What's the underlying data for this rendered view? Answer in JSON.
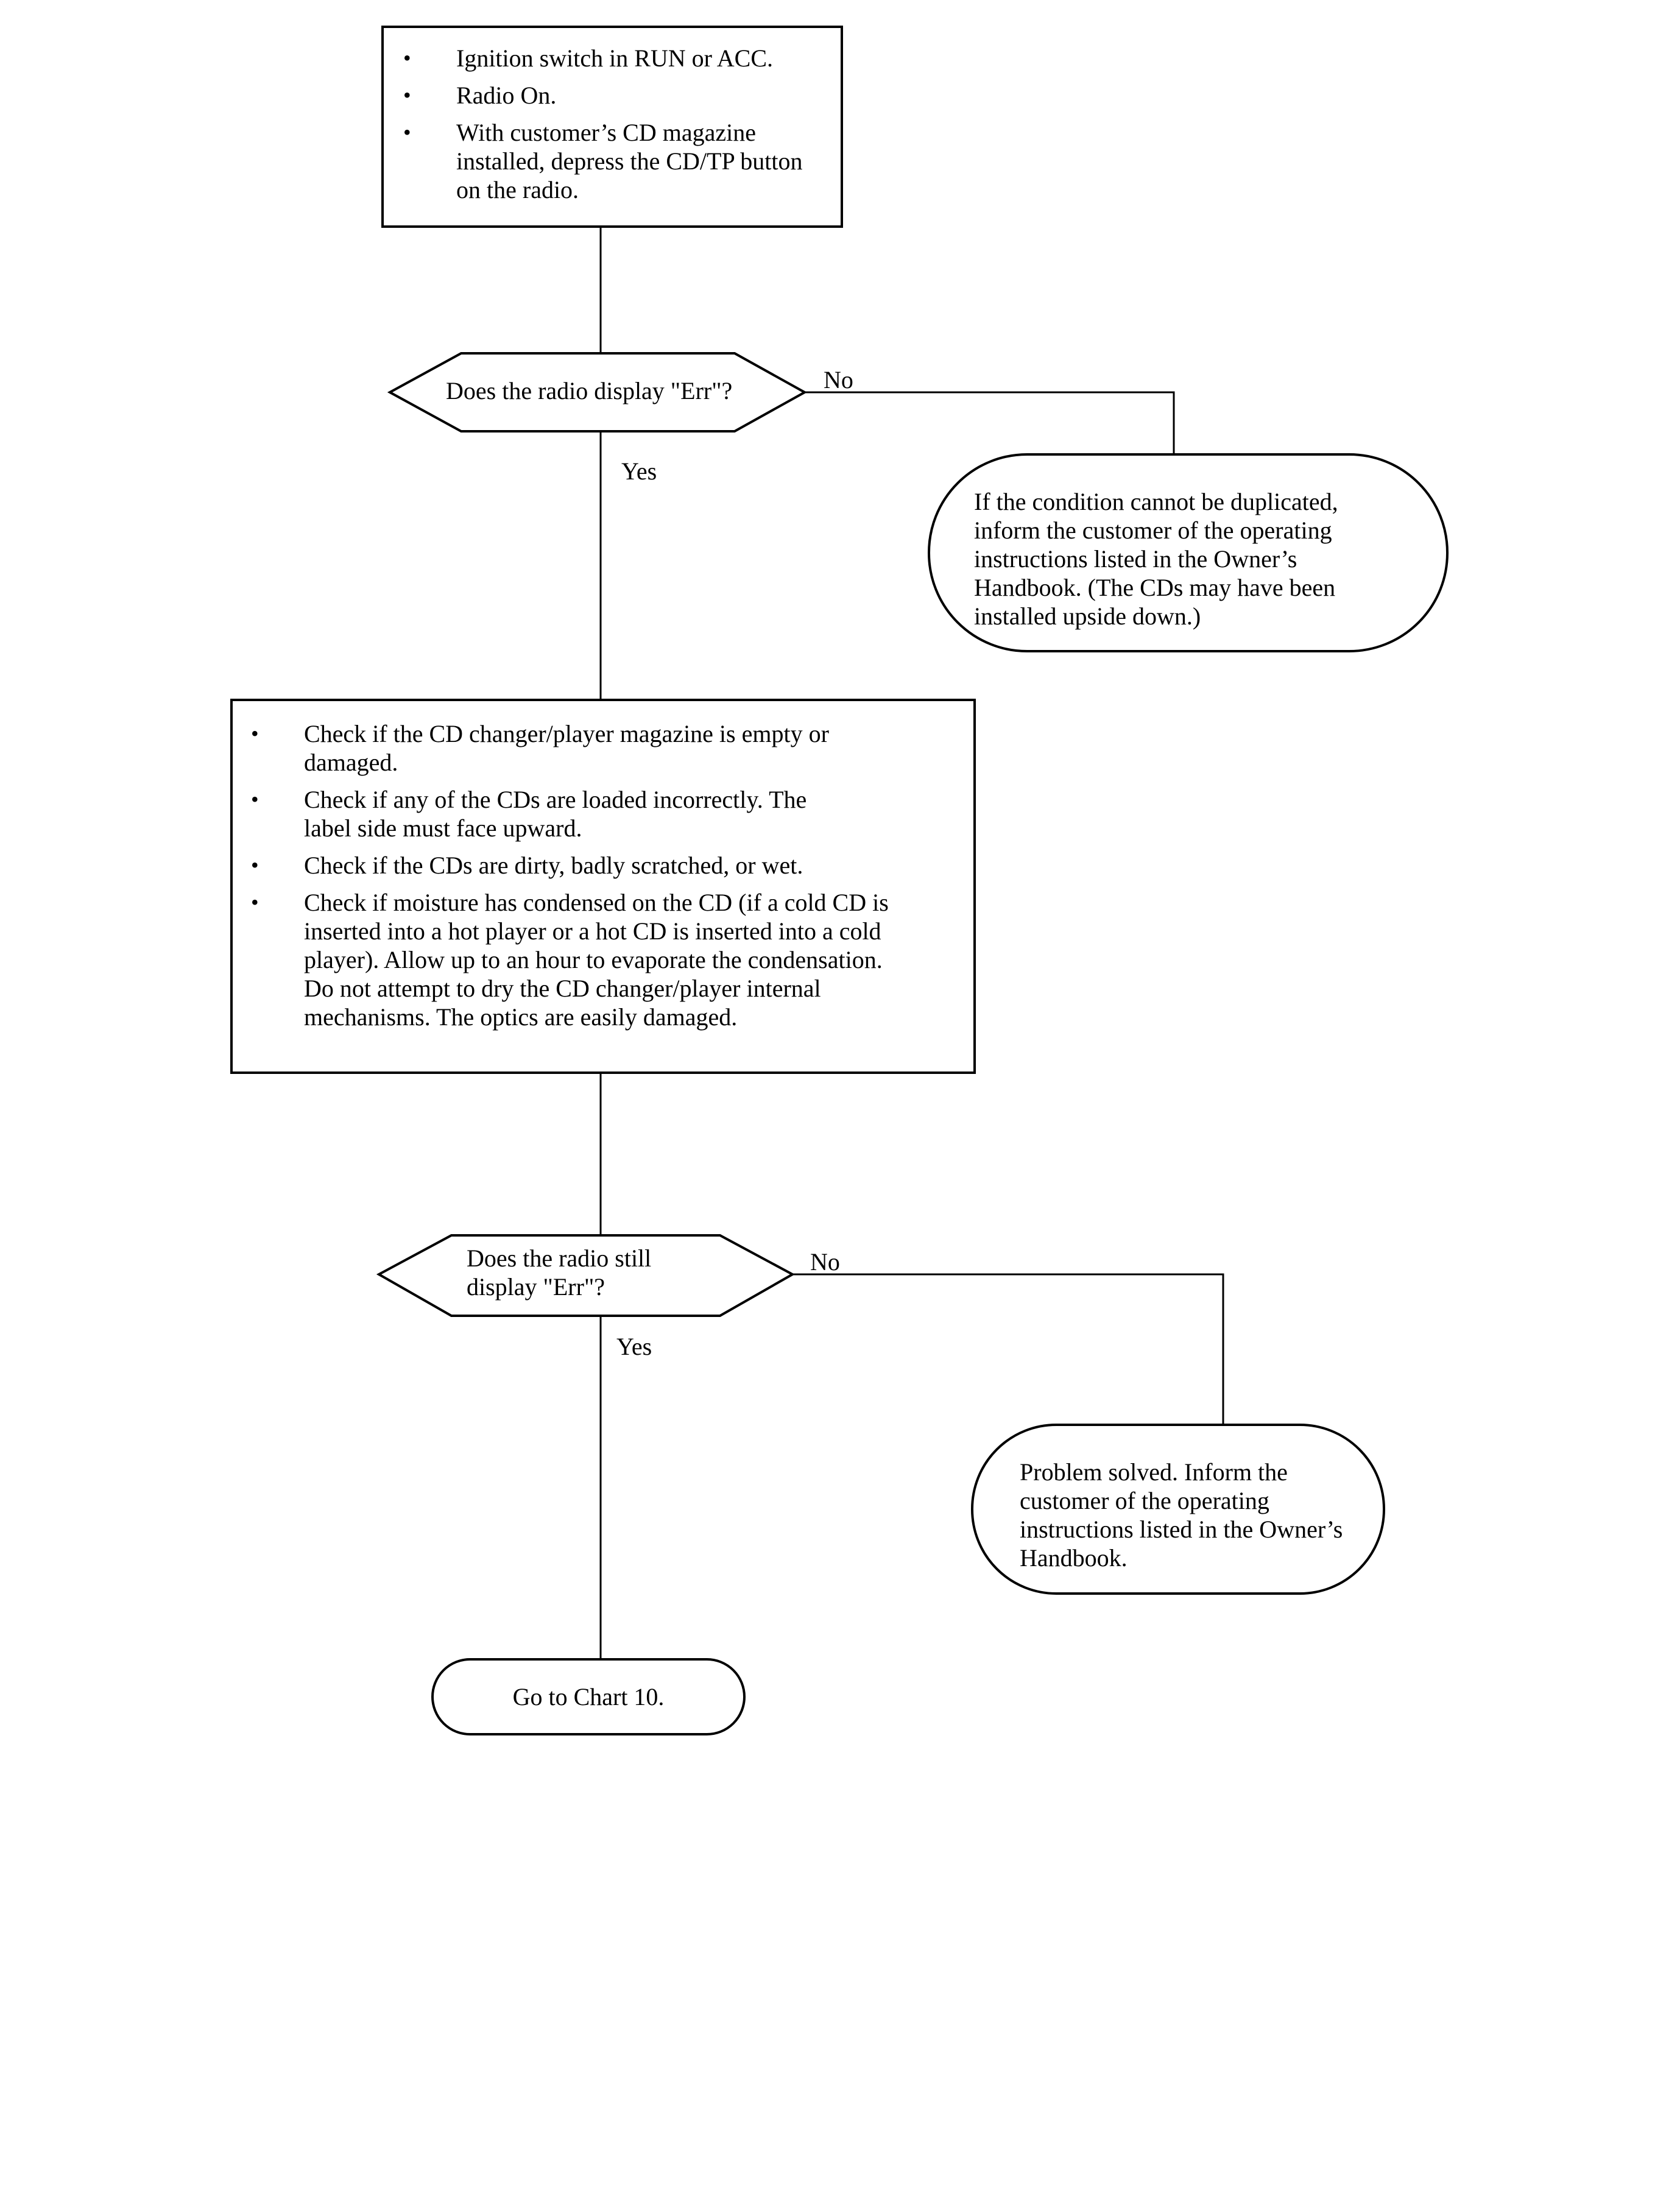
{
  "start": {
    "items": [
      "Ignition switch in RUN or ACC.",
      "Radio On.",
      "With customer’s CD magazine installed, depress the CD/TP button on the radio."
    ]
  },
  "decision1": {
    "question": "Does the radio display \"Err\"?",
    "no_label": "No",
    "yes_label": "Yes"
  },
  "terminal1": {
    "text": "If the condition cannot be duplicated, inform the customer of the operating instructions listed in the Owner’s Handbook. (The CDs may have been installed upside down.)"
  },
  "checks": {
    "items": [
      "Check if the CD changer/player magazine is empty or damaged.",
      "Check if any of the CDs are loaded incorrectly. The label side must face upward.",
      "Check if the CDs are dirty, badly scratched, or wet.",
      "Check if moisture has condensed on the CD (if a cold CD is inserted into a hot player or a hot CD is inserted into a cold player). Allow up to an hour to evaporate the condensation. Do not attempt to dry the CD changer/player internal mechanisms. The optics are easily damaged."
    ]
  },
  "decision2": {
    "question": "Does the radio still display \"Err\"?",
    "no_label": "No",
    "yes_label": "Yes"
  },
  "terminal2": {
    "text": "Problem solved. Inform the customer of the operating instructions listed in the Owner’s Handbook."
  },
  "end": {
    "text": "Go to Chart 10."
  }
}
